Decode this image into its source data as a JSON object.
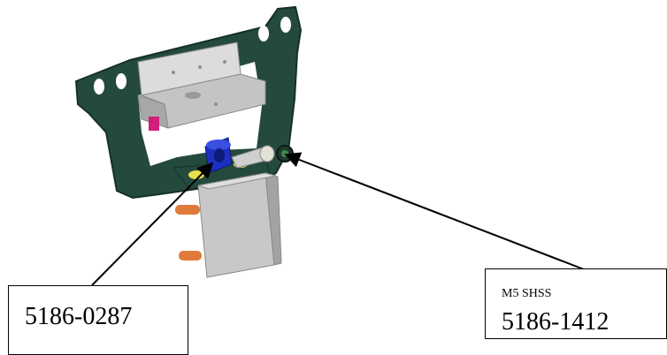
{
  "colors": {
    "frame": "#244a3e",
    "frame_dark": "#163028",
    "block": "#cfcfcf",
    "block_shadow": "#9c9c9c",
    "stand": "#c8c8c8",
    "knob": "#1d2fc0",
    "pin": "#e07a3a",
    "magenta": "#d0207a",
    "yellow": "#e9e24a",
    "arrow": "#000000"
  },
  "callouts": {
    "left": {
      "part_number": "5186-0287"
    },
    "right": {
      "description": "M5 SHSS",
      "part_number": "5186-1412"
    }
  }
}
